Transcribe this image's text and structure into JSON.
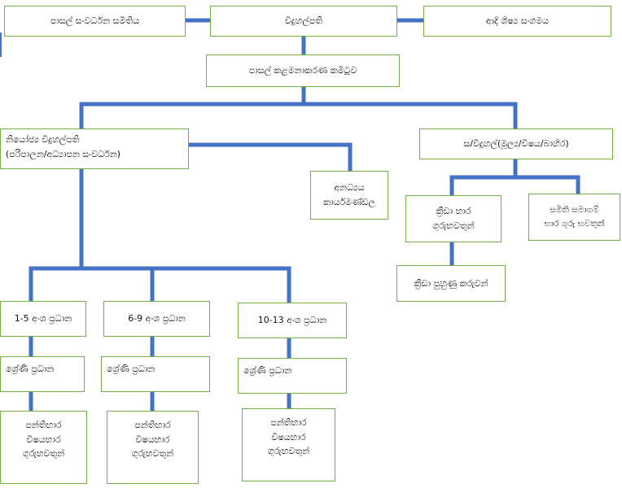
{
  "accent_color": "#4472c4",
  "box_border_color": "#70ad47",
  "nodes": {
    "pasal_sanwardana": "පාසල් සංවර්ධන සමිතිය",
    "viduhalpathi": "විදුහල්පති",
    "adi_shishya": "ආදි ශිෂ්‍ය සංගමය",
    "kalamanakarana": "පාසල් කළමනාකරණ කමිටුව",
    "niyojya_l1": "නියෝජ්‍ය විදුහල්පති",
    "niyojya_l2": "(පරිපාලන/අධ්‍යාපන සංවර්ධන)",
    "sa_viduhal": "ස/විදුහල්(මූල්‍ය/විෂය/බාහිර)",
    "anadhyaya_l1": "අනධ්‍යය",
    "anadhyaya_l2": "කාර්යමණ්ඩල",
    "kreeda_l1": "ක්‍රීඩා භාර",
    "kreeda_l2": "ගුරුභවතුන්",
    "samithi_l1": "සමිති සමාගම්",
    "samithi_l2": "භාර ගුරු භවතුන්",
    "kreeda_puhunu": "ක්‍රීඩා පුහුණු කරුවන්",
    "grade_1_5": "1-5 අංශ ප්‍රධාන",
    "grade_6_9": "6-9 අංශ ප්‍රධාන",
    "grade_10_13": "10-13 අංශ ප්‍රධාන",
    "shreni_1": "ශ්‍රේණි ප්‍රධාන",
    "shreni_2": "ශ්‍රේණි ප්‍රධාන",
    "shreni_3": "ශ්‍රේණි ප්‍රධාන",
    "teachers_1_l1": "පන්තිභාර",
    "teachers_1_l2": "විෂයභාර",
    "teachers_1_l3": "ගුරුභවතුන්",
    "teachers_2_l1": "පන්තිභාර",
    "teachers_2_l2": "විෂයභාර",
    "teachers_2_l3": "ගුරුභවතුන්",
    "teachers_3_l1": "පන්තිභාර",
    "teachers_3_l2": "විෂයභාර",
    "teachers_3_l3": "ගුරුභවතුන්"
  }
}
